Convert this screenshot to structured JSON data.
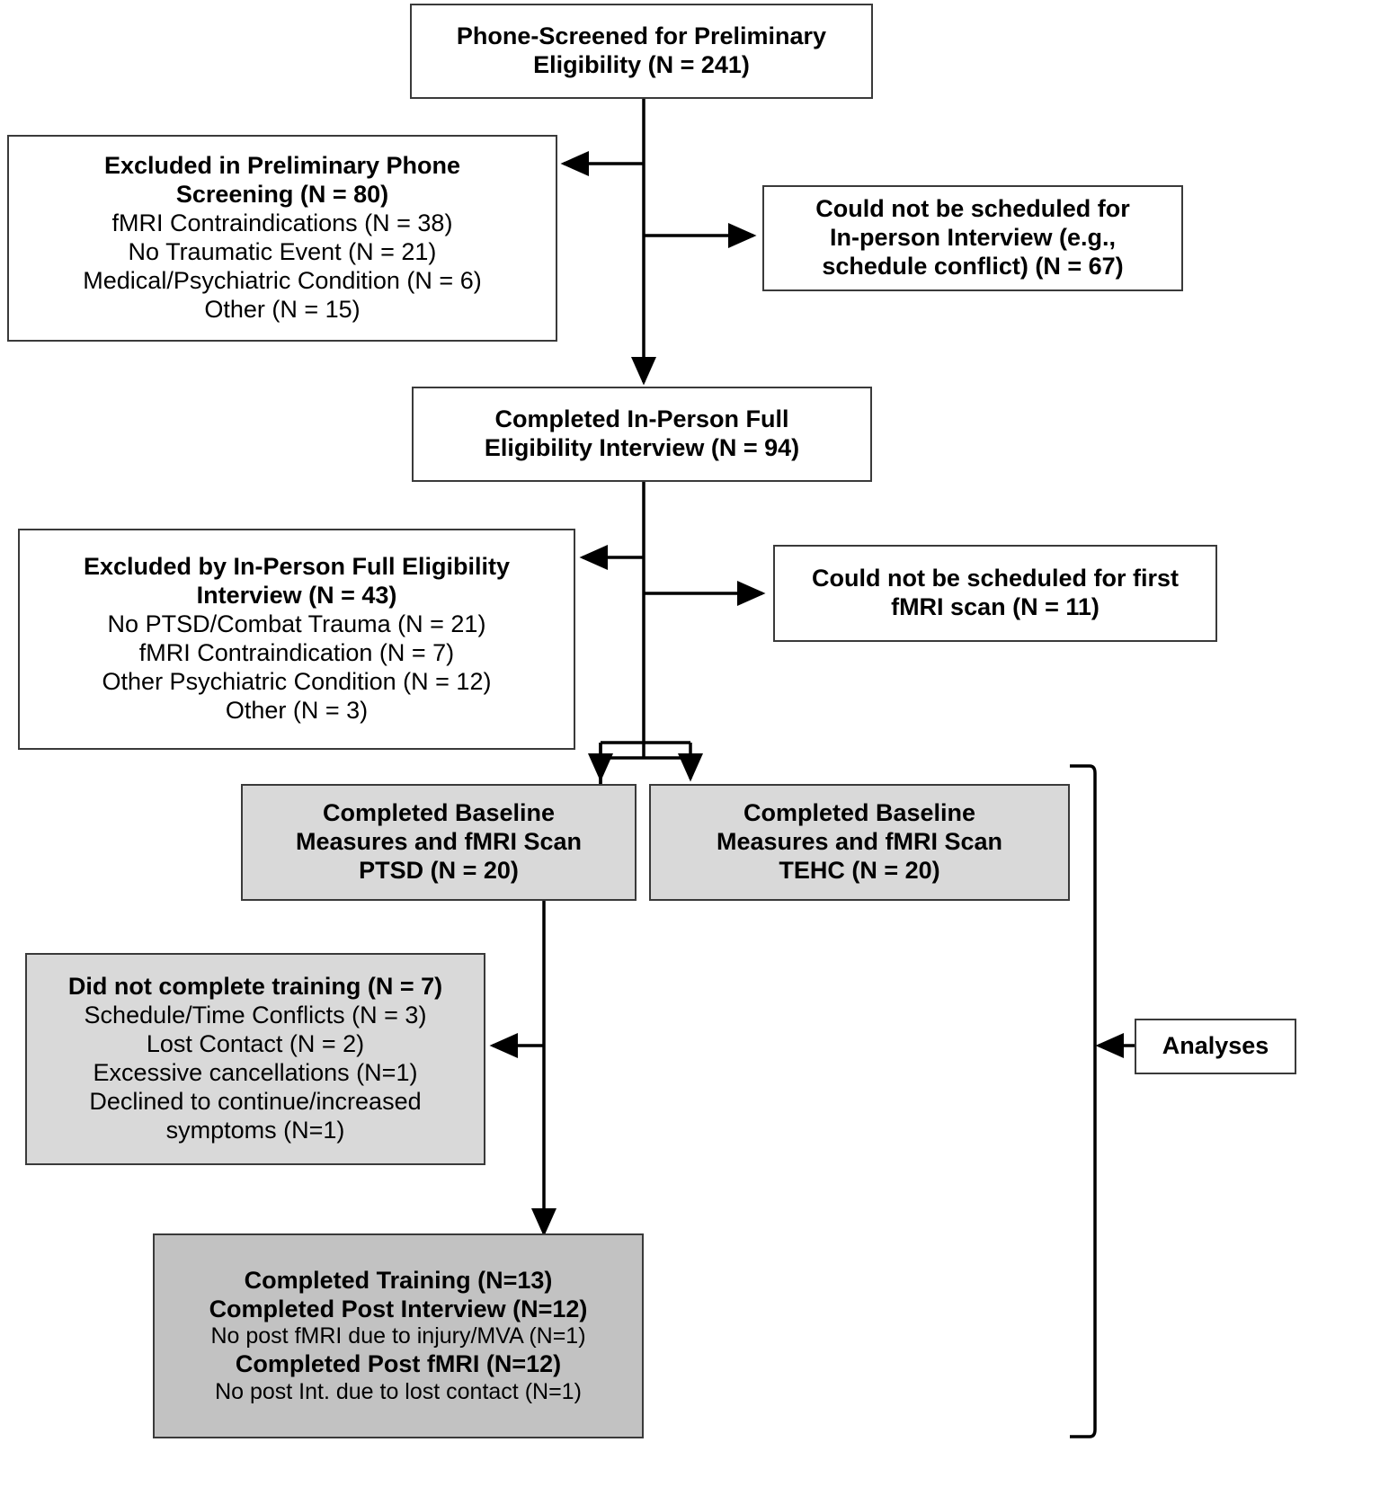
{
  "figure": {
    "type": "flowchart",
    "title": "Participant flow (CONSORT-style) diagram",
    "colors": {
      "box_border": "#3a3a3a",
      "box_white": "#ffffff",
      "box_gray": "#d9d9d9",
      "box_dark_gray": "#c2c2c2",
      "arrow": "#000000"
    }
  },
  "nodes": {
    "phone_screened": {
      "name": "phone-screened-box",
      "lines": [
        {
          "text": "Phone-Screened for Preliminary",
          "bold": true
        },
        {
          "text": "Eligibility (N = 241)",
          "bold": true
        }
      ]
    },
    "excluded_phone": {
      "name": "excluded-preliminary-phone-box",
      "lines": [
        {
          "text": "Excluded in Preliminary Phone",
          "bold": true
        },
        {
          "text": "Screening (N = 80)",
          "bold": true
        },
        {
          "text": "fMRI Contraindications (N = 38)",
          "bold": false
        },
        {
          "text": "No Traumatic Event (N = 21)",
          "bold": false
        },
        {
          "text": "Medical/Psychiatric Condition (N = 6)",
          "bold": false
        },
        {
          "text": "Other (N = 15)",
          "bold": false
        }
      ]
    },
    "not_scheduled_interview": {
      "name": "could-not-schedule-in-person-box",
      "lines": [
        {
          "text": "Could not be scheduled for",
          "bold": true
        },
        {
          "text": "In-person Interview (e.g.,",
          "bold": true
        },
        {
          "text": "schedule conflict) (N = 67)",
          "bold": true
        }
      ]
    },
    "completed_interview": {
      "name": "completed-in-person-interview-box",
      "lines": [
        {
          "text": "Completed In-Person Full",
          "bold": true
        },
        {
          "text": "Eligibility Interview (N = 94)",
          "bold": true
        }
      ]
    },
    "excluded_interview": {
      "name": "excluded-in-person-interview-box",
      "lines": [
        {
          "text": "Excluded by In-Person Full Eligibility",
          "bold": true
        },
        {
          "text": "Interview (N = 43)",
          "bold": true
        },
        {
          "text": "No PTSD/Combat Trauma (N = 21)",
          "bold": false
        },
        {
          "text": "fMRI Contraindication (N = 7)",
          "bold": false
        },
        {
          "text": "Other Psychiatric Condition (N = 12)",
          "bold": false
        },
        {
          "text": "Other (N = 3)",
          "bold": false
        }
      ]
    },
    "not_scheduled_fmri": {
      "name": "could-not-schedule-first-fmri-box",
      "lines": [
        {
          "text": "Could not be scheduled for first",
          "bold": true
        },
        {
          "text": "fMRI scan (N = 11)",
          "bold": true
        }
      ]
    },
    "baseline_ptsd": {
      "name": "baseline-fmri-ptsd-box",
      "lines": [
        {
          "text": "Completed Baseline",
          "bold": true
        },
        {
          "text": "Measures and fMRI Scan",
          "bold": true
        },
        {
          "text": "PTSD (N = 20)",
          "bold": true
        }
      ]
    },
    "baseline_tehc": {
      "name": "baseline-fmri-tehc-box",
      "lines": [
        {
          "text": "Completed Baseline",
          "bold": true
        },
        {
          "text": "Measures and fMRI Scan",
          "bold": true
        },
        {
          "text": "TEHC (N = 20)",
          "bold": true
        }
      ]
    },
    "did_not_complete_training": {
      "name": "did-not-complete-training-box",
      "lines": [
        {
          "text": "Did not complete training (N = 7)",
          "bold": true
        },
        {
          "text": "Schedule/Time Conflicts (N = 3)",
          "bold": false
        },
        {
          "text": "Lost Contact (N = 2)",
          "bold": false
        },
        {
          "text": "Excessive cancellations (N=1)",
          "bold": false
        },
        {
          "text": "Declined to continue/increased",
          "bold": false
        },
        {
          "text": "symptoms (N=1)",
          "bold": false
        }
      ]
    },
    "completed_training": {
      "name": "completed-training-post-box",
      "lines": [
        {
          "text": "Completed Training (N=13)",
          "bold": true
        },
        {
          "text": "Completed Post Interview (N=12)",
          "bold": true
        },
        {
          "text": "No post fMRI due to injury/MVA (N=1)",
          "bold": false
        },
        {
          "text": "Completed Post fMRI (N=12)",
          "bold": true
        },
        {
          "text": "No post Int. due to lost contact (N=1)",
          "bold": false
        }
      ]
    },
    "analyses": {
      "name": "analyses-box",
      "lines": [
        {
          "text": "Analyses",
          "bold": true
        }
      ]
    }
  }
}
